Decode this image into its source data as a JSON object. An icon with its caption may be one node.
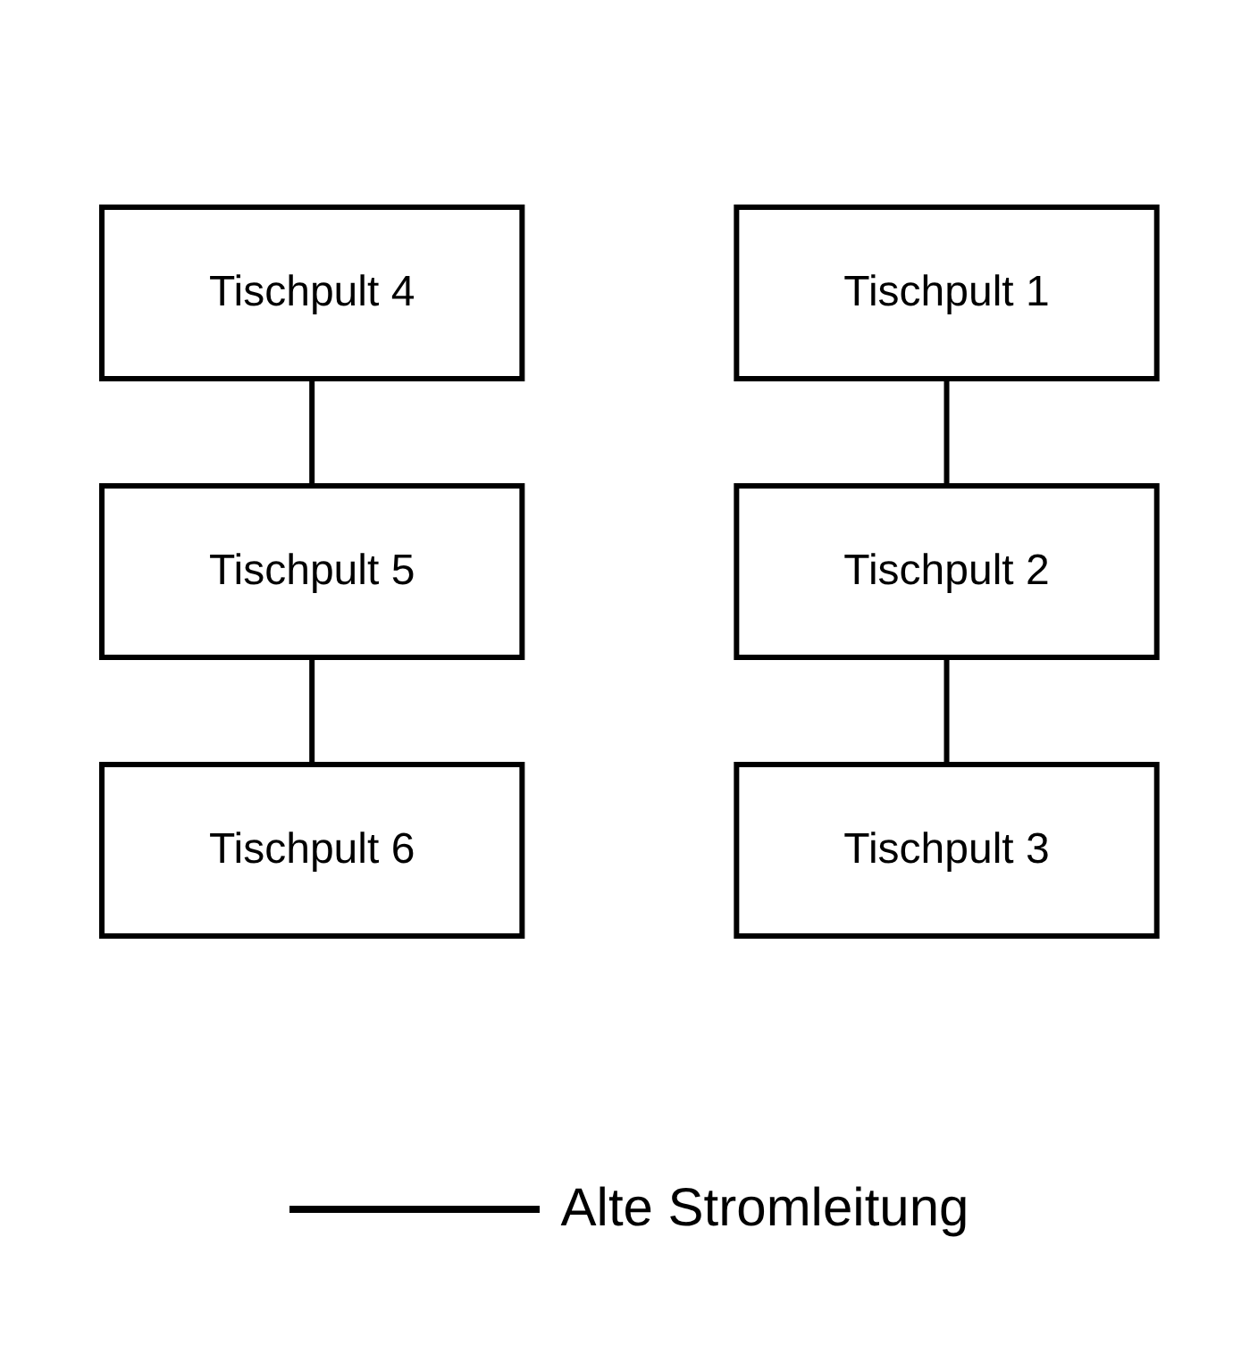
{
  "diagram": {
    "nodes": [
      {
        "text": [
          "Tischpult 4"
        ]
      },
      {
        "text": [
          "Tischpult 1"
        ]
      },
      {
        "text": [
          "Tischpult 5"
        ]
      },
      {
        "text": [
          "Tischpult 2"
        ]
      },
      {
        "text": [
          "Tischpult 6"
        ]
      },
      {
        "text": [
          "Tischpult 3"
        ]
      }
    ],
    "edges": [
      {
        "from": 0,
        "to": 2,
        "arrow": "none"
      },
      {
        "from": 2,
        "to": 4,
        "arrow": "none"
      },
      {
        "from": 1,
        "to": 3,
        "arrow": "none"
      },
      {
        "from": 3,
        "to": 5,
        "arrow": "none"
      }
    ],
    "legend": [
      {
        "text": "Alte Stromleitung"
      }
    ]
  }
}
